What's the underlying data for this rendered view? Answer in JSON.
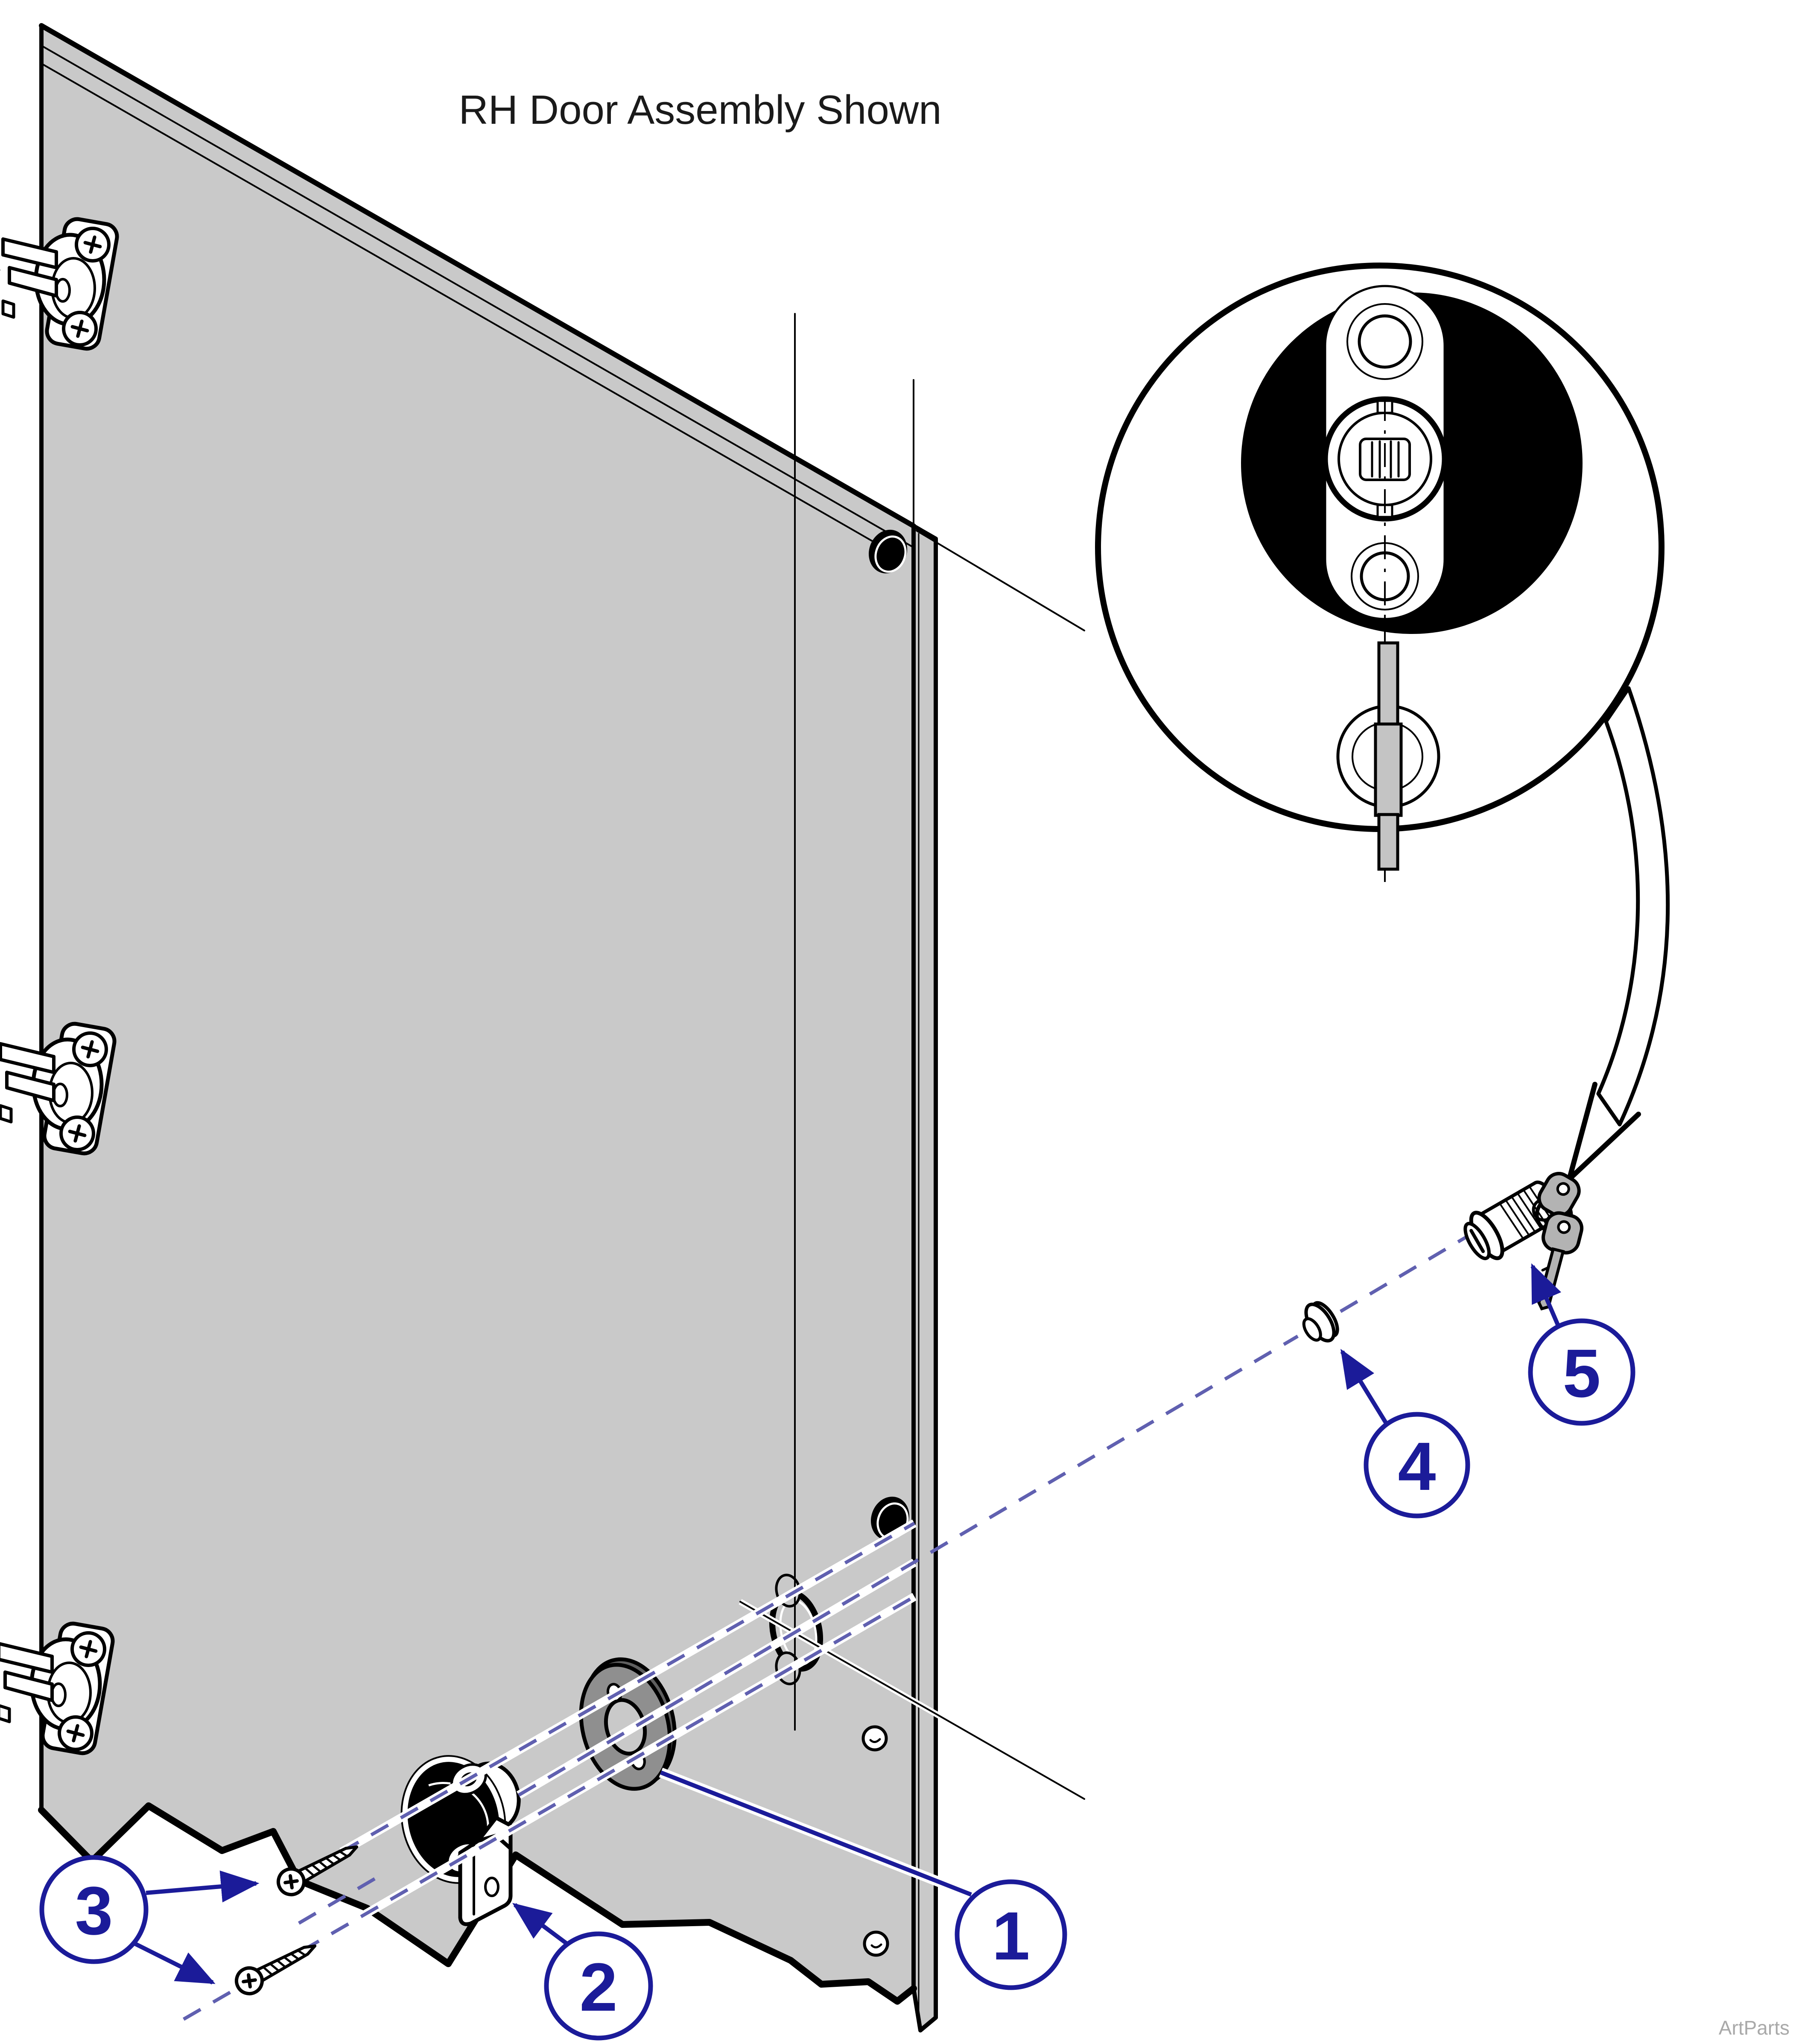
{
  "title": "RH Door Assembly Shown",
  "watermark": "ArtParts",
  "callouts": [
    {
      "label": "1"
    },
    {
      "label": "2"
    },
    {
      "label": "3"
    },
    {
      "label": "4"
    },
    {
      "label": "5"
    }
  ],
  "icons": {
    "door": "rh-door-panel",
    "hinges": "hinge-icon",
    "washer": "washer-icon",
    "latch": "cam-latch-icon",
    "screws": "phillips-screw-icon",
    "plug": "push-plug-icon",
    "lock": "lock-cylinder-with-keys-icon",
    "detail": "zoom-detail-bubble"
  },
  "colors": {
    "outline": "#000000",
    "door_gray": "#c9c9c9",
    "navy": "#1b1b99",
    "dash_blue": "#6060b0",
    "washer_gray": "#8f8f8f",
    "washer_edge": "#5f5f5f",
    "metal_gray": "#c4c4c4",
    "key_gray": "#b3b3b3",
    "watermark_gray": "#a9a9a9"
  }
}
